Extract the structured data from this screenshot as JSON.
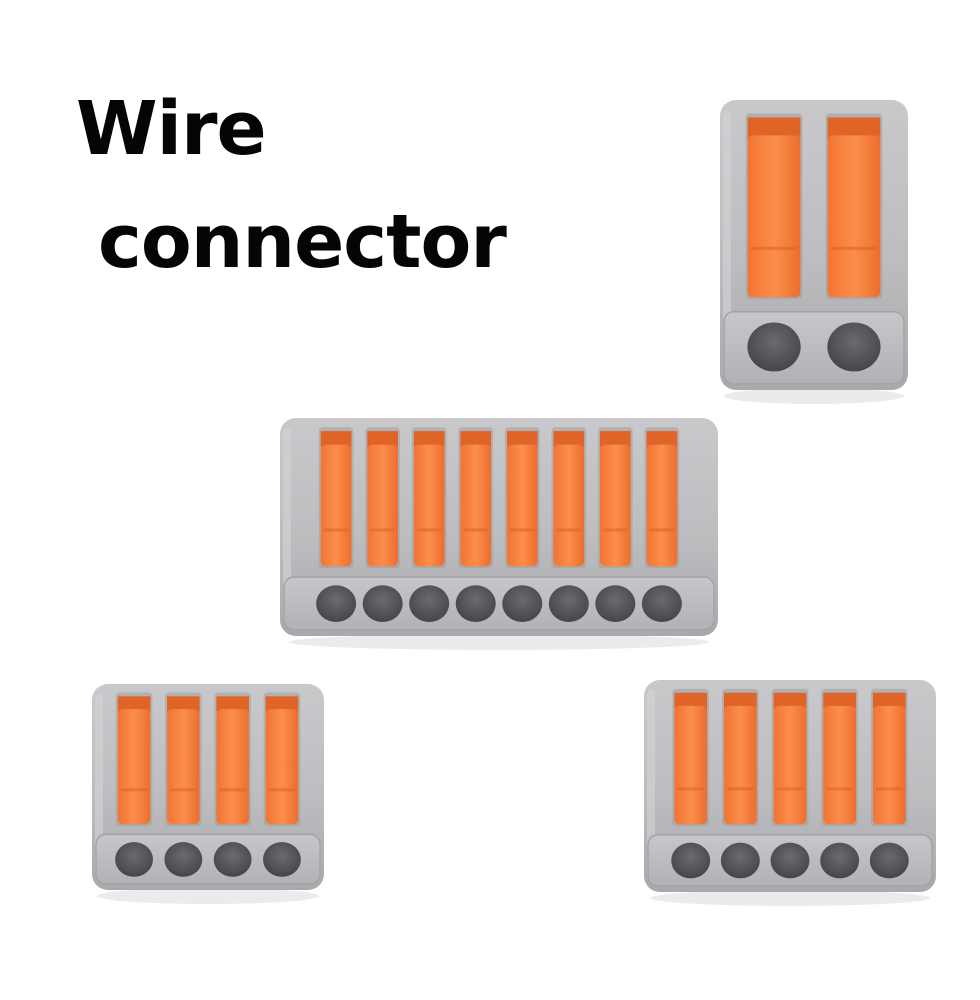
{
  "title": {
    "line1": "Wire",
    "line2": "connector"
  },
  "colors": {
    "background": "#ffffff",
    "text": "#050505",
    "housing": "#b9b9bc",
    "housing_light": "#d4d4d7",
    "housing_dark": "#9e9ea2",
    "lever": "#f5823f",
    "lever_shadow": "#e06427",
    "hole": "#55565a"
  },
  "connectors": [
    {
      "name": "2-way-connector",
      "ports": 2
    },
    {
      "name": "8-way-connector",
      "ports": 8
    },
    {
      "name": "4-way-connector",
      "ports": 4
    },
    {
      "name": "5-way-connector",
      "ports": 5
    }
  ]
}
